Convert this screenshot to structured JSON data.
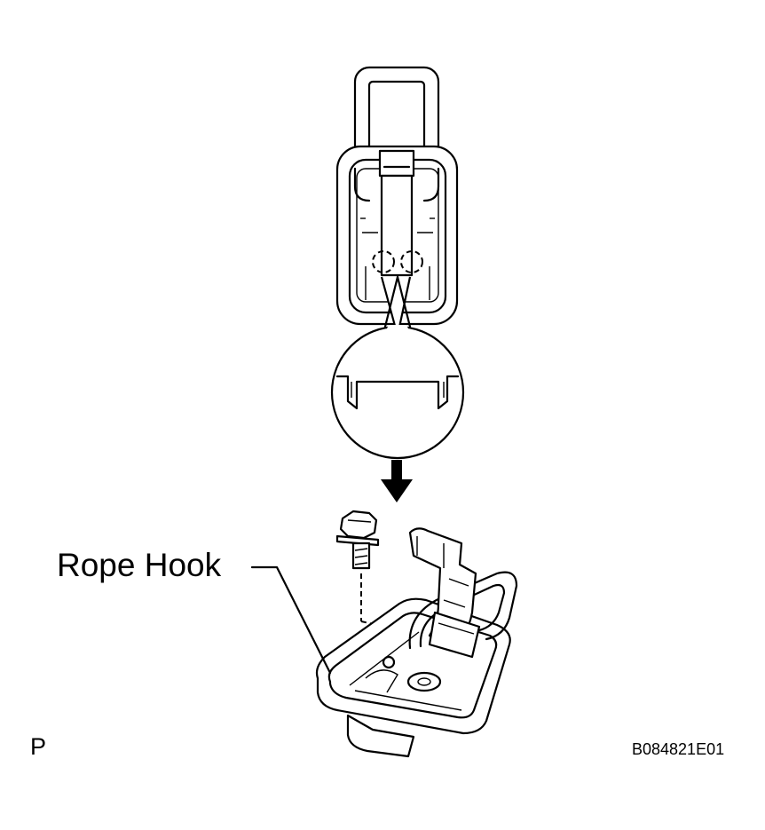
{
  "labels": {
    "callout": "Rope Hook",
    "view_code": "P",
    "figure_id": "B084821E01"
  },
  "colors": {
    "line": "#000000",
    "background": "#ffffff"
  },
  "icons": {
    "direction_arrow": "down-arrow-icon",
    "detail_view": "magnified-detail-circle"
  }
}
